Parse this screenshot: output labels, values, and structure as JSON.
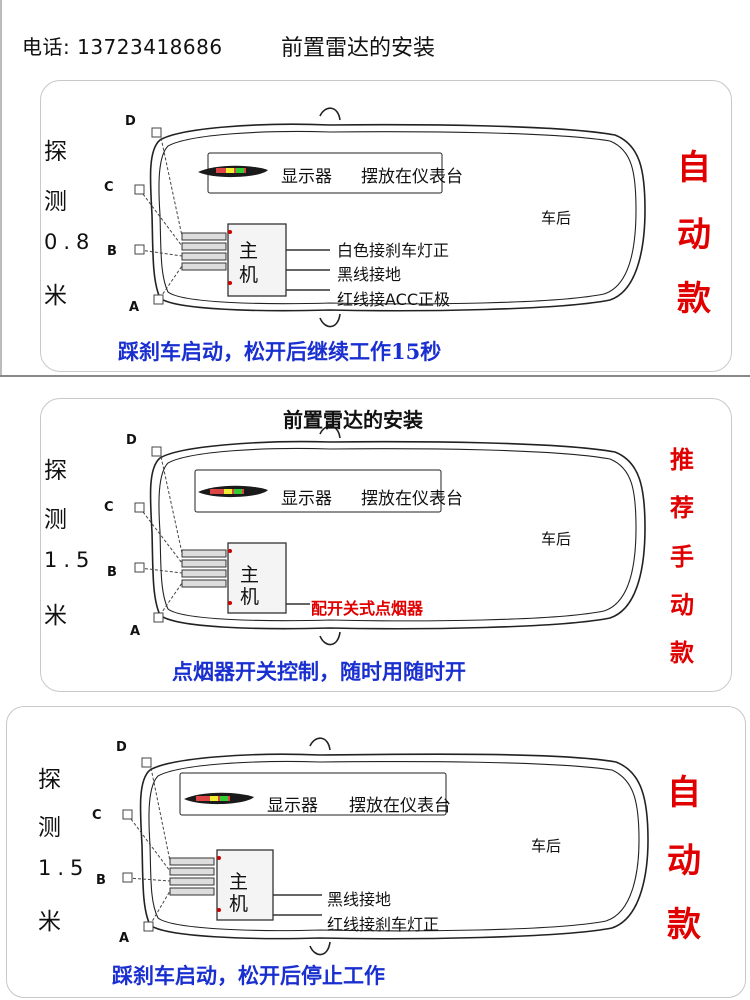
{
  "header": {
    "phone": "电话: 13723418686",
    "title": "前置雷达的安装"
  },
  "common": {
    "display": "显示器",
    "placement": "摆放在仪表台",
    "rear": "车后",
    "host_top": "主",
    "host_bottom": "机",
    "sensors": {
      "a": "A",
      "b": "B",
      "c": "C",
      "d": "D"
    }
  },
  "panels": [
    {
      "detect": [
        "探",
        "测",
        "0.8",
        "米"
      ],
      "side": [
        "自",
        "动",
        "款"
      ],
      "wires": [
        "白色接刹车灯正",
        "黑线接地",
        "红线接ACC正极"
      ],
      "footer": "踩刹车启动，松开后继续工作15秒"
    },
    {
      "title": "前置雷达的安装",
      "detect": [
        "探",
        "测",
        "1.5",
        "米"
      ],
      "side": [
        "推",
        "荐",
        "手",
        "动",
        "款"
      ],
      "note": "配开关式点烟器",
      "footer": "点烟器开关控制，随时用随时开"
    },
    {
      "detect": [
        "探",
        "测",
        "1.5",
        "米"
      ],
      "side": [
        "自",
        "动",
        "款"
      ],
      "wires": [
        "黑线接地",
        "红线接刹车灯正"
      ],
      "footer": "踩刹车启动，松开后停止工作"
    }
  ],
  "colors": {
    "red": "#e00000",
    "blue": "#1a2fd0"
  }
}
